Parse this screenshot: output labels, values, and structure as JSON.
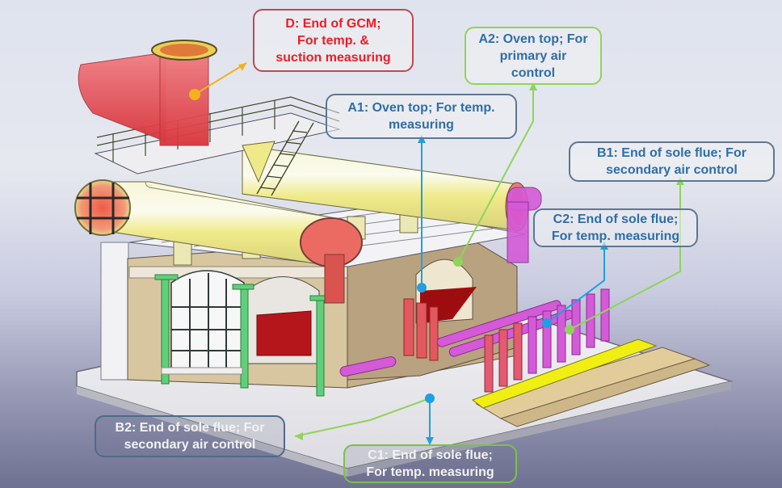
{
  "diagram": {
    "subject": "Coke oven test bench 3D model with measuring/control points",
    "colors": {
      "background_top": "#dfe3ee",
      "background_bottom": "#6f7192",
      "gas_main_pipe": "#f3f0a8",
      "hot_section": "#e64b50",
      "flue": "#d45ad8",
      "brick": "#d9c8a2",
      "frame": "#5fd07a",
      "blue_leader": "#1ea1e0",
      "green_leader": "#8fd45a",
      "orange_leader": "#f3b21b"
    },
    "callouts": [
      {
        "id": "D",
        "text": "D: End of GCM;\nFor temp. &\nsuction measuring",
        "style": "red"
      },
      {
        "id": "A2",
        "text": "A2: Oven top; For\nprimary air\ncontrol",
        "style": "green"
      },
      {
        "id": "A1",
        "text": "A1: Oven top; For temp.\nmeasuring",
        "style": "slate"
      },
      {
        "id": "B1",
        "text": "B1: End of sole flue; For\nsecondary air control",
        "style": "slate"
      },
      {
        "id": "C2",
        "text": "C2: End of sole flue;\nFor temp. measuring",
        "style": "slate"
      },
      {
        "id": "B2",
        "text": "B2: End of sole flue; For\nsecondary air control",
        "style": "dark"
      },
      {
        "id": "C1",
        "text": "C1: End of sole flue;\nFor temp. measuring",
        "style": "dark-green"
      }
    ]
  }
}
